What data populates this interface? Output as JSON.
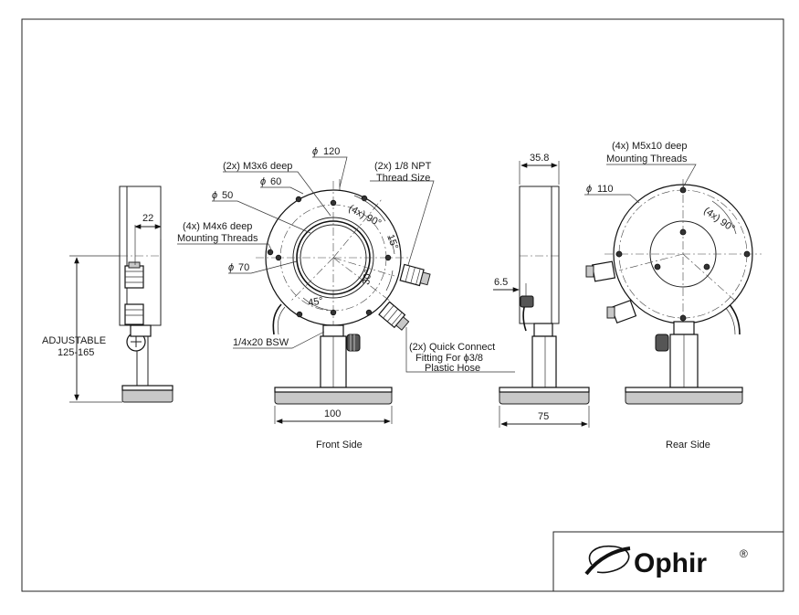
{
  "views": {
    "front": "Front Side",
    "rear": "Rear Side"
  },
  "dimensions": {
    "side_22": "22",
    "adjustable_line1": "ADJUSTABLE",
    "adjustable_line2": "125-165",
    "d120": "120",
    "d60": "60",
    "d50": "50",
    "d70": "70",
    "d110": "110",
    "w100": "100",
    "w35_8": "35.8",
    "w6_5": "6.5",
    "w75": "75",
    "ang90_front": "(4x) 90°",
    "ang15": "15°",
    "ang30": "30°",
    "ang45": "45°",
    "ang90_rear": "(4x) 90°"
  },
  "callouts": {
    "m3_threads": "(2x) M3x6 deep",
    "npt_line1": "(2x) 1/8 NPT",
    "npt_line2": "Thread Size",
    "m4_line1": "(4x) M4x6 deep",
    "m4_line2": "Mounting Threads",
    "bsw": "1/4x20 BSW",
    "qc_line1": "(2x) Quick Connect",
    "qc_line2": "Fitting For ϕ3/8",
    "qc_line3": "Plastic Hose",
    "m5_line1": "(4x) M5x10 deep",
    "m5_line2": "Mounting Threads"
  },
  "symbols": {
    "diameter": "ϕ",
    "registered": "®"
  },
  "brand": {
    "name": "Ophir",
    "logo_icon": "ophir-swoosh-icon"
  }
}
